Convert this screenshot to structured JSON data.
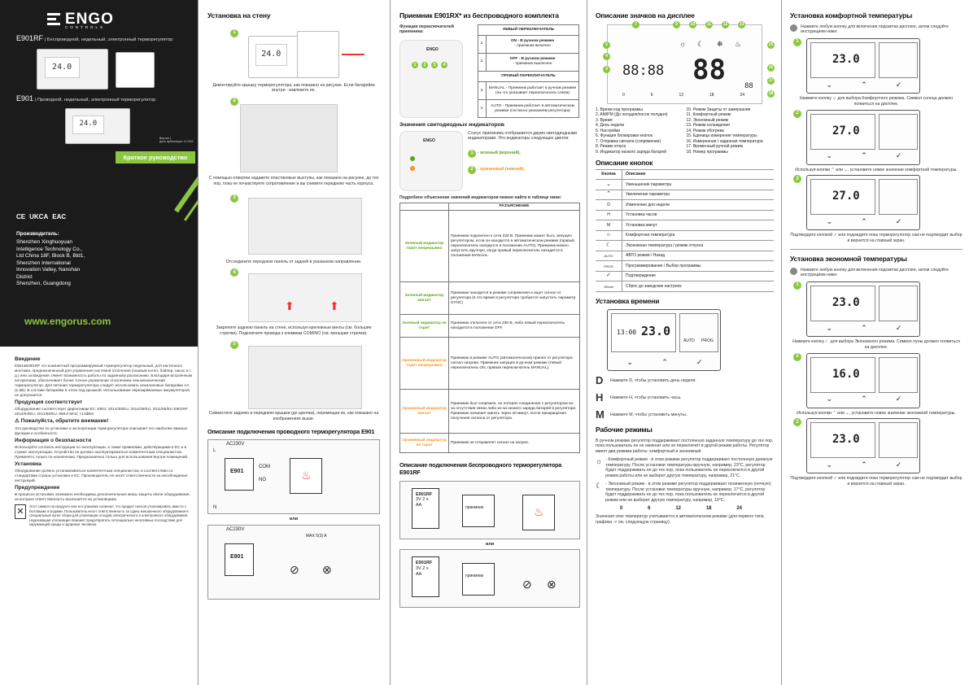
{
  "brand": {
    "logo": "ENGO",
    "logo_sub": "CONTROLS",
    "website": "www.engorus.com"
  },
  "cover": {
    "p1_code": "E901RF",
    "p1_desc": "Беспроводной, недельный, электронный терморегулятор",
    "p2_code": "E901",
    "p2_desc": "Проводной, недельный, электронный терморегулятор",
    "version": "Версия 1",
    "date": "Дата публикации: VI 2022",
    "quick_guide": "Краткое руководство",
    "certs": [
      "CE",
      "UKCA",
      "EAC"
    ],
    "manufacturer_label": "Производитель:",
    "manufacturer_lines": [
      "Shenzhen Xinghuoyuan",
      "Intelligence Technology Co.,",
      "Ltd China 18F, Block B, Bld1,",
      "Shenzhen International",
      "Innovation Valley, Nanshan",
      "District",
      "Shenzhen, Guangdong"
    ]
  },
  "intro": {
    "h_intro": "Введение",
    "intro_text": "E901&E901RF это компактный программируемый терморегулятор недельный, для настенного монтажа, предназначенный для управления системой отопления (газовый котел, бойлер, насос и т. д.) или охлаждения. Имеет возможность работы по заданному расписанию. Благодаря встроенным алгоритмам, обеспечивает более точное управление отоплением чем механический терморегулятор. Для питания терморегулятора следует использовать алкалиновые батарейки АА (1,5В). В составе батарейки в отсек под крышкой. Использование перезаряжаемых аккумуляторов не допускается.",
    "h_compliance": "Продукция соответствует",
    "compliance_text": "Оборудование соответствует Директивам ЕС: E901: 2014/30/EU, 2014/35/EU, 2011/65/EU E901RF: 2014/53/EU, 2011/65/EU. 868.0 MHz; <13dBm",
    "h_attention": "Пожалуйста, обратите внимание!",
    "attention_text": "Это руководство по установке и эксплуатации терморегулятора описывает его наиболее важные функции и особенности.",
    "h_safety": "Информация о безопасности",
    "safety_text": "Используйте согласно инструкции по эксплуатации, а также правилами, действующими в ЕС и в стране эксплуатации. Устройство не должно эксплуатироваться компетентным специалистом. Применять только по назначению. Предназначено только для использования внутри помещений.",
    "h_install": "Установка",
    "install_text": "Оборудование должно устанавливаться компетентным специалистом, в соответствии со стандартами страны установки и ЕС. Производитель не несет ответственности за несоблюдение инструкций.",
    "h_warning": "Предупреждение",
    "warning_text": "В процессе установки, возможно необходимы дополнительные меры защиты и/или оборудование, за которые ответственность возлагается на установщика.",
    "weee_text": "Этот символ на продукте или его упаковке означает, что продукт нельзя утилизировать вместе с бытовыми отходами. Пользователь несет ответственность за сдачу изношенного оборудования в специальный пункт сбора для утилизации отходов электрического и электронного оборудования. Надлежащая утилизация поможет предотвратить потенциально негативные последствия для окружающей среды и здоровья человека."
  },
  "wall": {
    "title": "Установка на стену",
    "cap1": "Демонтируйте крышку терморегулятора, как показано на рисунке. Если батарейки внутри - извлеките их.",
    "cap2": "С помощью отвертки надавите пластиковые выступы, как показано на рисунке, до тех пор, пока не почувствуете сопротивление и вы снимете переднюю часть корпуса.",
    "cap3": "Отсоедините переднюю панель от задней в указанном направлении.",
    "cap4": "Закрепите заднюю панель на стене, используя крепежные винты (см. большие стрелки). Подключите провода к клеммам COM/NO (см. меньшие стрелки).",
    "cap5": "Совместите заднюю и переднюю крышки (до щелчка), перемещая их, как показано на изображениях выше.",
    "wired_title": "Описание подключения проводного терморегулятора E901",
    "or": "или",
    "model": "E901",
    "ac": "AC230V",
    "com": "COM",
    "no": "NO",
    "L": "L",
    "N": "N",
    "max": "MAX 5(3) A"
  },
  "receiver": {
    "title": "Приемник E901RX* из беспроводного комплекта",
    "switch_label": "Функции переключателей приемника:",
    "left_switch": "ЛЕВЫЙ ПЕРЕКЛЮЧАТЕЛЬ",
    "r1": "ON - В ручном режиме",
    "r1b": "- приемник включен",
    "r2": "OFF - В ручном режиме",
    "r2b": "- приемник выключен",
    "right_switch": "ПРАВЫЙ ПЕРЕКЛЮЧАТЕЛЬ",
    "r3": "MANUAL - Приемник работает в ручном режиме (на что указывает переключатель слева)",
    "r4": "AUTO - Приемник работает в автоматическом режиме (согласно указаниям регулятора)",
    "leds_title": "Значения светодиодных индикаторов",
    "leds_text": "Статус приемника отображается двумя светодиодными индикаторами. Это индикаторы следующих цветов:",
    "led1": "- зеленый (верхний),",
    "led2": "- оранжевый (нижний).",
    "table_title": "Подробное объяснение значений индикаторов можно найти в таблице ниже:",
    "table_head": "РАЗЪЯСНЕНИЕ",
    "rows": [
      {
        "k": "Зеленый индикатор горит непрерывно",
        "c": "g",
        "v": "Приемник подключен к сети 230 В. Приемник может быть запущен регулятором, если он находится в автоматическом режиме (правый переключатель находится в положении AUTO). Приемник можно запустить вручную, когда правый переключатель находится в положении MANUAL."
      },
      {
        "k": "Зеленый индикатор мигает",
        "c": "g",
        "v": "Приемник находится в режиме сопряжения и ищет сигнал от регулятора (в это время в регуляторе требуется запустить параметр SYNC)"
      },
      {
        "k": "Зеленый индикатор не горит",
        "c": "g",
        "v": "Приемник отключен от сети 230 В, либо левый переключатель находится в положении OFF."
      },
      {
        "k": "Оранжевый индикатор горит непрерывно",
        "c": "o",
        "v": "Приемник в режиме AUTO (автоматическом) принял от регулятора сигнал нагрева. Приемник запущен в ручном режиме (левый переключатель ON, правый переключатель MANUAL)."
      },
      {
        "k": "Оранжевый индикатор мигает",
        "c": "o",
        "v": "Приемник был сопряжен, но потерял соединение с регулятором из-за отсутствия связи либо из-за низкого заряда батарей в регуляторе. Приемник начинает мигать через 40 минут, после прекращения получения сигнала от регулятора."
      },
      {
        "k": "Оранжевый индикатор не горит",
        "c": "o",
        "v": "Приемник не отправляет сигнал на нагрев."
      }
    ],
    "wireless_title": "Описание подключения беспроводного терморегулятора E901RF",
    "model": "E901RF",
    "rx": "приемник",
    "bat": "3V 2 x AA"
  },
  "icons": {
    "title": "Описание значков на дисплее",
    "lcd_big": "88",
    "lcd_time": "88:88",
    "lcd_small": "88",
    "axis": [
      "0",
      "6",
      "12",
      "18",
      "24"
    ],
    "left_list": [
      "1. Время-ход программы",
      "2. AM/PM (До полудня/после полудня)",
      "3. Время",
      "4. День недели",
      "5. Настройки",
      "6. Функция блокировки кнопок",
      "7. Отправка сигнала (сопряжение)",
      "8. Режим отпуск",
      "9. Индикатор низкого заряда батарей"
    ],
    "right_list": [
      "10. Режим Защиты от замерзания",
      "11. Комфортный режим",
      "12. Экономный режим",
      "13. Режим охлаждения",
      "14. Режим обогрева",
      "15. Единица измерения температуры",
      "16. Измеренная / заданная температура",
      "17. Временный ручной режим",
      "18. Номер программы"
    ],
    "buttons_title": "Описание кнопок",
    "col1": "Кнопка",
    "col2": "Описание",
    "buttons": [
      {
        "k": "⌄",
        "v": "Уменьшение параметра"
      },
      {
        "k": "⌃",
        "v": "Увеличение параметра"
      },
      {
        "k": "D",
        "v": "Изменение дня недели"
      },
      {
        "k": "H",
        "v": "Установка часов"
      },
      {
        "k": "M",
        "v": "Установка минут"
      },
      {
        "k": "☼",
        "v": "Комфортная температура"
      },
      {
        "k": "☾",
        "v": "Экономная температура / режим отпуска"
      },
      {
        "k": "AUTO",
        "v": "АВТО режим / Назад"
      },
      {
        "k": "PROG",
        "v": "Программирование / Выбор программы"
      },
      {
        "k": "✓",
        "v": "Подтверждение"
      },
      {
        "k": "•Reset",
        "v": "Сброс до заводских настроек"
      }
    ],
    "time_title": "Установка времени",
    "time_display": "23.0",
    "clock": "13:00",
    "d_text": "Нажмите D, чтобы установить день недели.",
    "h_text": "Нажмите H, чтобы установить часы.",
    "m_text": "Нажмите M, чтобы установить минуты.",
    "modes_title": "Рабочие режимы",
    "modes_text": "В ручном режиме регулятор поддерживает постоянную заданную температуру до тех пор, пока пользователь ее не изменит или не переключит в другой режим работы. Регулятор имеет два режима работы: комфортный и экономный.",
    "comfort_text": "- Комфортный режим - в этом режиме регулятор поддерживает постоянную дневную температуру. После установки температуры вручную, например, 23°C, регулятор будет поддерживать ее до тех пор, пока пользователь не переключится в другой режим работы или не выберет другую температуру, например, 21°C.",
    "eco_text": "- Экономный режим - в этом режиме регулятор поддерживает пониженную (ночную) температуру. После установки температуры вручную, например, 17°C, регулятор будет поддерживать ее до тех пор, пока пользователь не переключится в другой режим или не выберет другую температуру, например, 19°C.",
    "footer_text": "Значения этих температур учитываются в автоматическом режиме (для первого типа графика -> см. следующую страницу)."
  },
  "comfort": {
    "title": "Установка комфортной температуры",
    "intro": "Нажмите любую кнопку для включения подсветки дисплея, затем следуйте инструкциям ниже:",
    "s1": "Нажмите кнопку ☼ для выбора Комфортного режима. Символ солнца должен появиться на дисплее.",
    "s2": "Используя кнопки ⌃ или ⌄, установите новое значение комфортной температуры.",
    "s3": "Подтвердите кнопкой ✓ или подождите пока терморегулятор сам не подтвердит выбор и вернется на главный экран.",
    "t1": "23.0",
    "t2": "27.0",
    "t3": "27.0"
  },
  "eco": {
    "title": "Установка экономной температуры",
    "intro": "Нажмите любую кнопку для включения подсветки дисплея, затем следуйте инструкциям ниже:",
    "s1": "Нажмите кнопку ☾ для выбора Экономного режима. Символ луны должен появиться на дисплее.",
    "s2": "Используя кнопки ⌃ или ⌄, установите новое значение экономной температуры.",
    "s3": "Подтвердите кнопкой ✓ или подождите пока терморегулятор сам не подтвердит выбор и вернется на главный экран.",
    "t1": "23.0",
    "t2": "16.0",
    "t3": "23.0"
  },
  "colors": {
    "accent": "#8cc63f",
    "orange": "#f7931e",
    "dark": "#1b1b1b"
  }
}
